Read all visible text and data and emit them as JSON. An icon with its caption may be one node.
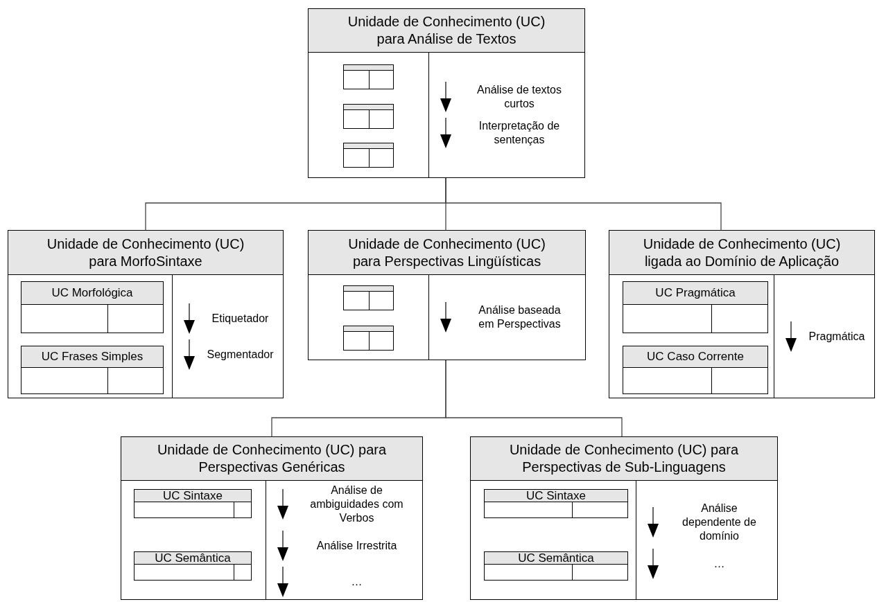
{
  "diagram": {
    "nodes": [
      {
        "text": [
          "Unidade de Conhecimento (UC) para Análise de Textos",
          "Análise de textos curtos",
          "Interpretação de sentenças"
        ]
      },
      {
        "text": [],
        "shape": "box",
        "in": 0
      },
      {
        "text": [],
        "shape": "box",
        "in": 0
      },
      {
        "text": [],
        "shape": "box",
        "in": 0
      },
      {
        "text": [
          "Unidade de Conhecimento (UC) para MorfoSintaxe",
          "Etiquetador",
          "Segmentador"
        ]
      },
      {
        "text": [
          "UC Morfológica"
        ],
        "in": 4
      },
      {
        "text": [
          "UC Frases Simples"
        ],
        "in": 4
      },
      {
        "text": [
          "Unidade de Conhecimento (UC) para Perspectivas Lingüísticas",
          "Análise baseada em Perspectivas"
        ]
      },
      {
        "text": [],
        "shape": "box",
        "in": 7
      },
      {
        "text": [],
        "shape": "box",
        "in": 7
      },
      {
        "text": [
          "Unidade de Conhecimento (UC) ligada ao Domínio de Aplicação",
          "Pragmática"
        ]
      },
      {
        "text": [
          "UC Pragmática"
        ],
        "in": 10
      },
      {
        "text": [
          "UC Caso Corrente"
        ],
        "in": 10
      },
      {
        "text": [
          "Unidade de Conhecimento (UC) para Perspectivas Genéricas",
          "Análise de ambiguidades com Verbos",
          "Análise Irrestrita",
          "…"
        ]
      },
      {
        "text": [
          "UC Sintaxe"
        ],
        "in": 13
      },
      {
        "text": [
          "UC Semântica"
        ],
        "in": 13
      },
      {
        "text": [
          "Unidade de Conhecimento (UC) para Perspectivas de Sub-Linguagens",
          "Análise dependente de domínio",
          "…"
        ]
      },
      {
        "text": [
          "UC Sintaxe"
        ],
        "in": 16
      },
      {
        "text": [
          "UC Semântica"
        ],
        "in": 16
      }
    ],
    "edges": [
      {
        "from": 0,
        "to": 4,
        "arrow": "none"
      },
      {
        "from": 0,
        "to": 7,
        "arrow": "none"
      },
      {
        "from": 0,
        "to": 10,
        "arrow": "none"
      },
      {
        "from": 7,
        "to": 13,
        "arrow": "none"
      },
      {
        "from": 7,
        "to": 16,
        "arrow": "none"
      }
    ]
  }
}
